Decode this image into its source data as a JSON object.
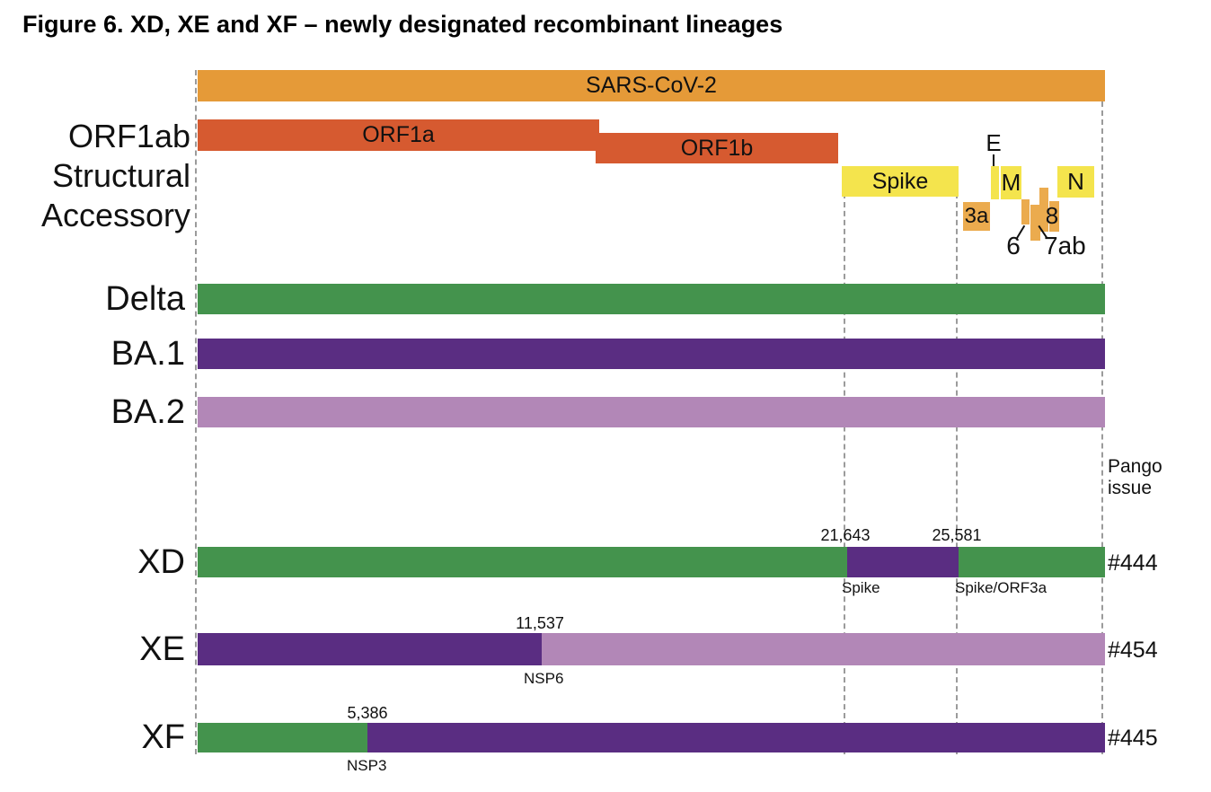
{
  "figure_title": "Figure 6. XD, XE and XF – newly designated recombinant lineages",
  "colors": {
    "sars_bar_orange": "#E59A38",
    "orf1_dark_orange": "#D65A30",
    "structural_yellow": "#F4E44D",
    "accessory_amber": "#EBAB4E",
    "delta_green": "#44934D",
    "ba1_dark_purple": "#5A2D82",
    "ba2_light_purple": "#B287B7",
    "gridline_gray": "#9B9B9B",
    "text_black": "#111111"
  },
  "genome": {
    "virus_label": "SARS-CoV-2",
    "category_labels": {
      "row1": "ORF1ab",
      "row2": "Structural",
      "row3": "Accessory"
    },
    "genes": {
      "orf1a": "ORF1a",
      "orf1b": "ORF1b",
      "spike": "Spike",
      "e": "E",
      "m": "M",
      "n": "N",
      "orf3a": "3a",
      "orf6": "6",
      "orf7ab": "7ab",
      "orf8": "8"
    }
  },
  "parent_lineages": [
    {
      "label": "Delta"
    },
    {
      "label": "BA.1"
    },
    {
      "label": "BA.2"
    }
  ],
  "pango_issue_header": {
    "line1": "Pango",
    "line2": "issue"
  },
  "recombinants": [
    {
      "label": "XD",
      "pango_issue": "#444",
      "breakpoints": [
        {
          "position": "21,643",
          "gene": "Spike"
        },
        {
          "position": "25,581",
          "gene": "Spike/ORF3a"
        }
      ]
    },
    {
      "label": "XE",
      "pango_issue": "#454",
      "breakpoints": [
        {
          "position": "11,537",
          "gene": "NSP6"
        }
      ]
    },
    {
      "label": "XF",
      "pango_issue": "#445",
      "breakpoints": [
        {
          "position": "5,386",
          "gene": "NSP3"
        }
      ]
    }
  ]
}
